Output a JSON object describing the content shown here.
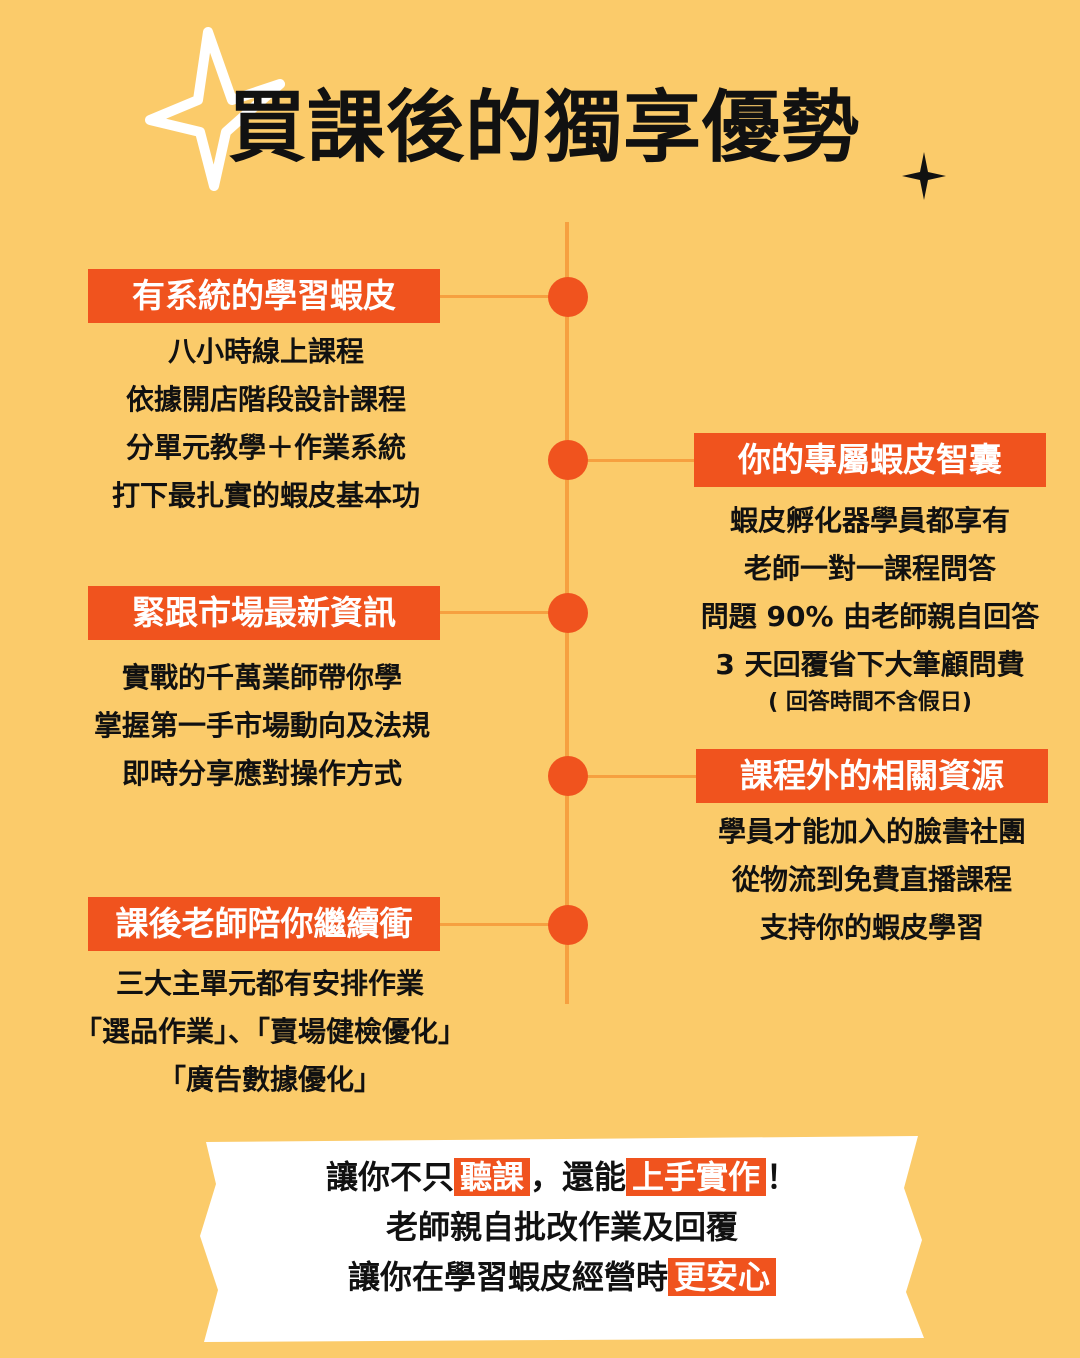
{
  "title": "買課後的獨享優勢",
  "icons": [
    "star-doodle-icon",
    "sparkle-icon"
  ],
  "colors": {
    "background": "#FBCB6A",
    "accent": "#F0531E",
    "line": "#F6A040",
    "banner": "#FFFFFF"
  },
  "sections": {
    "systematic": {
      "heading": "有系統的學習蝦皮",
      "lines": [
        "八小時線上課程",
        "依據開店階段設計課程",
        "分單元教學＋作業系統",
        "打下最扎實的蝦皮基本功"
      ]
    },
    "market": {
      "heading": "緊跟市場最新資訊",
      "lines": [
        "實戰的千萬業師帶你學",
        "掌握第一手市場動向及法規",
        "即時分享應對操作方式"
      ]
    },
    "homework": {
      "heading": "課後老師陪你繼續衝",
      "lines": [
        "三大主單元都有安排作業",
        "「選品作業」、「賣場健檢優化」",
        "「廣告數據優化」"
      ]
    },
    "think_tank": {
      "heading": "你的專屬蝦皮智囊",
      "lines": [
        "蝦皮孵化器學員都享有",
        "老師一對一課程問答",
        "問題 90% 由老師親自回答",
        "3 天回覆省下大筆顧問費"
      ],
      "note": "( 回答時間不含假日)"
    },
    "resources": {
      "heading": "課程外的相關資源",
      "lines": [
        "學員才能加入的臉書社團",
        "從物流到免費直播課程",
        "支持你的蝦皮學習"
      ]
    }
  },
  "banner": {
    "line1_a": "讓你不只",
    "line1_hl1": "聽課",
    "line1_b": "，還能",
    "line1_hl2": "上手實作",
    "line1_c": "！",
    "line2": "老師親自批改作業及回覆",
    "line3_a": "讓你在學習蝦皮經營時",
    "line3_hl": "更安心"
  }
}
